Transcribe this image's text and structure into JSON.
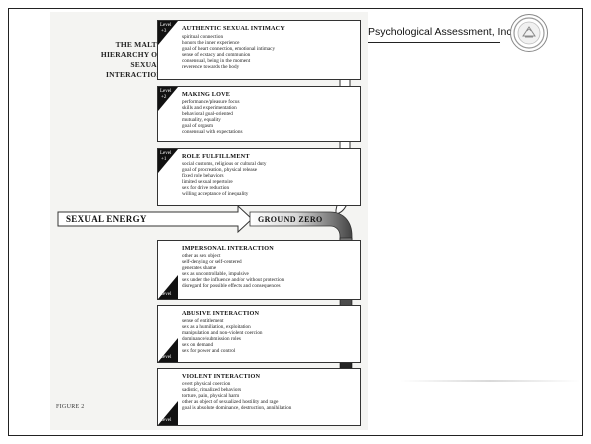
{
  "header": {
    "company": "Psychological Assessment, Inc"
  },
  "diagram": {
    "title_lines": [
      "THE MALTZ",
      "HIERARCHY OF",
      "SEXUAL",
      "INTERACTION"
    ],
    "figure_label": "FIGURE 2",
    "energy_label": "SEXUAL ENERGY",
    "ground_label": "GROUND ZERO",
    "levels": [
      {
        "level_word": "Level",
        "level_num": "+3",
        "title": "AUTHENTIC SEXUAL INTIMACY",
        "items": [
          "spiritual connection",
          "honors the inner experience",
          "goal of heart connection, emotional intimacy",
          "sense of ecstacy and communion",
          "consensual, being in the moment",
          "reverence towards the body"
        ]
      },
      {
        "level_word": "Level",
        "level_num": "+2",
        "title": "MAKING LOVE",
        "items": [
          "performance/pleasure focus",
          "skills and experimentation",
          "behavioral goal-oriented",
          "mutuality, equality",
          "goal of orgasm",
          "consensual with expectations"
        ]
      },
      {
        "level_word": "Level",
        "level_num": "+1",
        "title": "ROLE FULFILLMENT",
        "items": [
          "social customs, religious or cultural duty",
          "goal of procreation, physical release",
          "fixed role behaviors",
          "limited sexual repertoire",
          "sex for drive reduction",
          "willing acceptance of inequality"
        ]
      },
      {
        "level_word": "Level",
        "level_num": "-1",
        "title": "IMPERSONAL INTERACTION",
        "items": [
          "other as sex object",
          "self-denying or self-centered",
          "generates shame",
          "sex as uncontrollable, impulsive",
          "sex under the influence and/or without protection",
          "disregard for possible effects and consequences"
        ]
      },
      {
        "level_word": "Level",
        "level_num": "-2",
        "title": "ABUSIVE INTERACTION",
        "items": [
          "sense of entitlement",
          "sex as a humiliation, exploitation",
          "manipulation and non-violent coercion",
          "dominance/submission roles",
          "sex on demand",
          "sex for power and control"
        ]
      },
      {
        "level_word": "Level",
        "level_num": "-3",
        "title": "VIOLENT INTERACTION",
        "items": [
          "overt physical coercion",
          "sadistic, ritualized behaviors",
          "torture, pain, physical harm",
          "other as object of sexualized hostility and rage",
          "goal is absolute dominance, destruction, annihilation"
        ]
      }
    ]
  },
  "colors": {
    "dark_arrow": "#111111",
    "box_border": "#333333",
    "scan_bg": "#f4f4f2"
  },
  "icons": {
    "logo": "organization-seal-icon"
  }
}
